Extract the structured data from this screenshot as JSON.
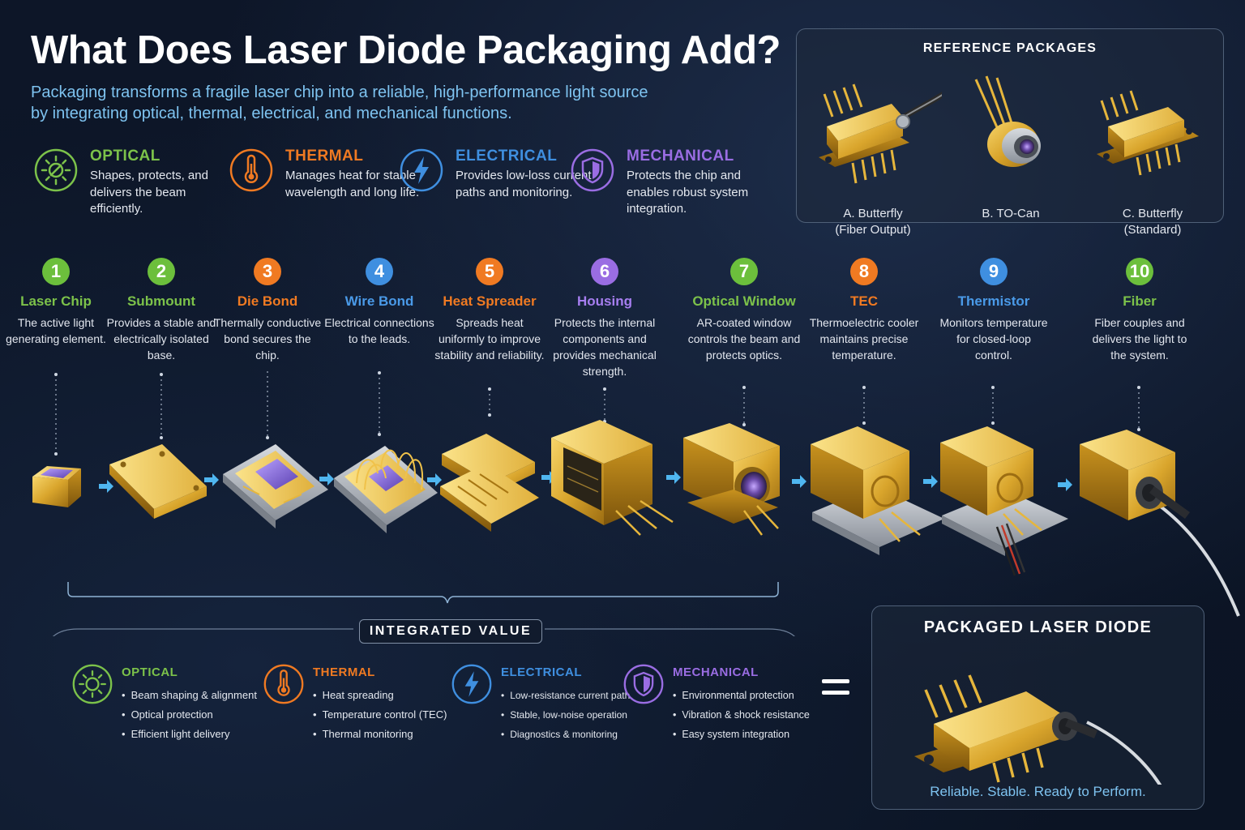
{
  "header": {
    "title": "What Does Laser Diode Packaging Add?",
    "subtitle_line1": "Packaging transforms a fragile laser chip into a reliable, high-performance light source",
    "subtitle_line2": "by integrating optical, thermal, electrical, and mechanical functions."
  },
  "functions": [
    {
      "name": "OPTICAL",
      "description": "Shapes, protects, and delivers the beam efficiently.",
      "icon": "optical-lens-icon",
      "color": "#7cc24a"
    },
    {
      "name": "THERMAL",
      "description": "Manages heat for stable wavelength and long life.",
      "icon": "thermometer-icon",
      "color": "#f07a22"
    },
    {
      "name": "ELECTRICAL",
      "description": "Provides low-loss current paths and monitoring.",
      "icon": "lightning-bolt-icon",
      "color": "#3f8fe0"
    },
    {
      "name": "MECHANICAL",
      "description": "Protects the chip and enables robust system integration.",
      "icon": "shield-icon",
      "color": "#9a6de3"
    }
  ],
  "reference": {
    "title": "REFERENCE PACKAGES",
    "items": [
      {
        "line1": "A. Butterfly",
        "line2": "(Fiber Output)"
      },
      {
        "line1": "B. TO-Can",
        "line2": ""
      },
      {
        "line1": "C. Butterfly",
        "line2": "(Standard)"
      }
    ]
  },
  "steps": [
    {
      "number": "1",
      "name": "Laser Chip",
      "description": "The active light generating element.",
      "color": "#6cbf3c"
    },
    {
      "number": "2",
      "name": "Submount",
      "description": "Provides a stable and electrically isolated base.",
      "color": "#6cbf3c"
    },
    {
      "number": "3",
      "name": "Die Bond",
      "description": "Thermally conductive bond secures the chip.",
      "color": "#f07a22"
    },
    {
      "number": "4",
      "name": "Wire Bond",
      "description": "Electrical connections to the leads.",
      "color": "#3f8fe0"
    },
    {
      "number": "5",
      "name": "Heat Spreader",
      "description": "Spreads heat uniformly to improve stability and reliability.",
      "color": "#f07a22"
    },
    {
      "number": "6",
      "name": "Housing",
      "description": "Protects the internal components and provides mechanical strength.",
      "color": "#9a6de3"
    },
    {
      "number": "7",
      "name": "Optical Window",
      "description": "AR-coated window controls the beam and protects optics.",
      "color": "#6cbf3c"
    },
    {
      "number": "8",
      "name": "TEC",
      "description": "Thermoelectric cooler maintains precise temperature.",
      "color": "#f07a22"
    },
    {
      "number": "9",
      "name": "Thermistor",
      "description": "Monitors temperature for closed-loop control.",
      "color": "#3f8fe0"
    },
    {
      "number": "10",
      "name": "Fiber",
      "description": "Fiber couples and delivers the light to the system.",
      "color": "#6cbf3c"
    }
  ],
  "integrated": {
    "label": "INTEGRATED VALUE",
    "columns": [
      {
        "name": "OPTICAL",
        "color": "#7cc24a",
        "bullets": [
          "Beam shaping & alignment",
          "Optical protection",
          "Efficient light delivery"
        ]
      },
      {
        "name": "THERMAL",
        "color": "#f07a22",
        "bullets": [
          "Heat spreading",
          "Temperature control (TEC)",
          "Thermal monitoring"
        ]
      },
      {
        "name": "ELECTRICAL",
        "color": "#3f8fe0",
        "bullets": [
          "Low-resistance current path",
          "Stable, low-noise operation",
          "Diagnostics & monitoring"
        ]
      },
      {
        "name": "MECHANICAL",
        "color": "#9a6de3",
        "bullets": [
          "Environmental protection",
          "Vibration & shock resistance",
          "Easy system integration"
        ]
      }
    ]
  },
  "packaged": {
    "title": "PACKAGED LASER DIODE",
    "tagline": "Reliable. Stable. Ready to Perform."
  }
}
